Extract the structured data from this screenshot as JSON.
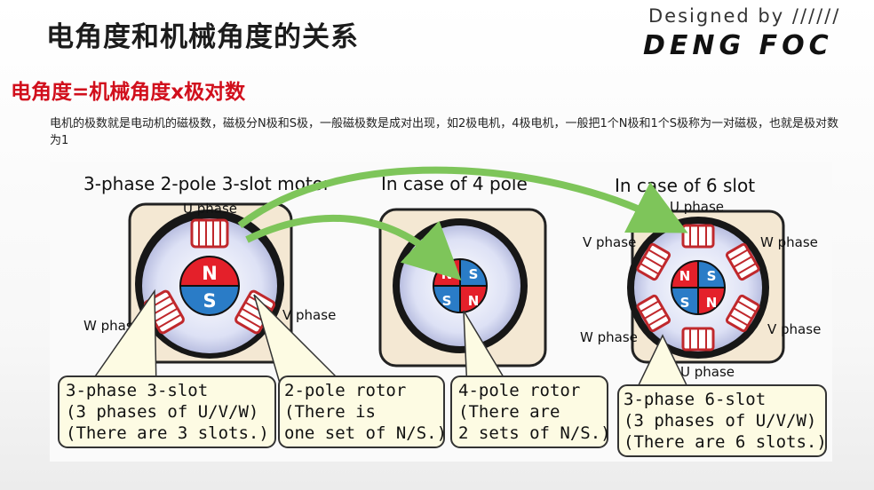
{
  "header": {
    "title": "电角度和机械角度的关系",
    "designed_by": "Designed by  //////",
    "brand": "DENG FOC"
  },
  "subtitle": "电角度=机械角度x极对数",
  "description": "电机的极数就是电动机的磁极数，磁极分N极和S极，一般磁极数是成对出现，如2极电机，4极电机，一般把1个N极和1个S极称为一对磁极，也就是极对数为1",
  "diagram": {
    "heading_left": "3-phase 2-pole 3-slot motor",
    "heading_middle": "In case of 4 pole",
    "heading_right": "In case of 6 slot",
    "phases": {
      "u": "U phase",
      "v": "V phase",
      "w": "W phase"
    },
    "poles": {
      "n": "N",
      "s": "S"
    },
    "callouts": [
      {
        "lines": [
          "3-phase 3-slot",
          "(3 phases of U/V/W)",
          "(There are 3 slots.)"
        ]
      },
      {
        "lines": [
          "2-pole rotor",
          "(There is",
          "one set of N/S.)"
        ]
      },
      {
        "lines": [
          "4-pole rotor",
          "(There are",
          "2 sets of N/S.)"
        ]
      },
      {
        "lines": [
          "3-phase 6-slot",
          "(3 phases of U/V/W)",
          "(There are 6 slots.)"
        ]
      }
    ],
    "colors": {
      "pole_n": "#e4202a",
      "pole_s": "#2a7cc7",
      "arrow": "#7ec55a",
      "coil": "#c0282c",
      "housing": "#f4e8d3",
      "callout_fill": "#fdfbe3"
    }
  }
}
